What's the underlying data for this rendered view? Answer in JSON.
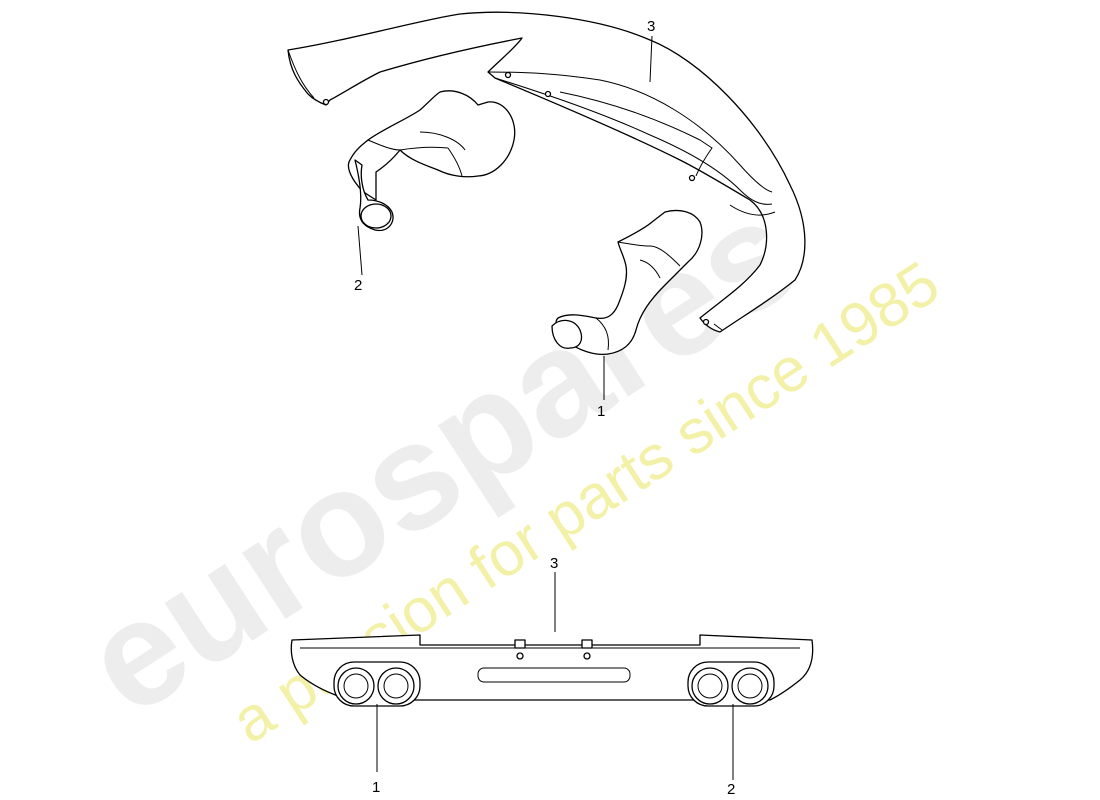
{
  "watermark": {
    "brand": "eurospares",
    "tagline": "a passion for parts since 1985",
    "brand_color": "#ececec",
    "tagline_color": "#f3f1a8"
  },
  "callouts": {
    "top_view": {
      "item_3": "3",
      "item_2": "2",
      "item_1": "1"
    },
    "rear_view": {
      "item_3": "3",
      "item_1": "1",
      "item_2": "2"
    }
  }
}
